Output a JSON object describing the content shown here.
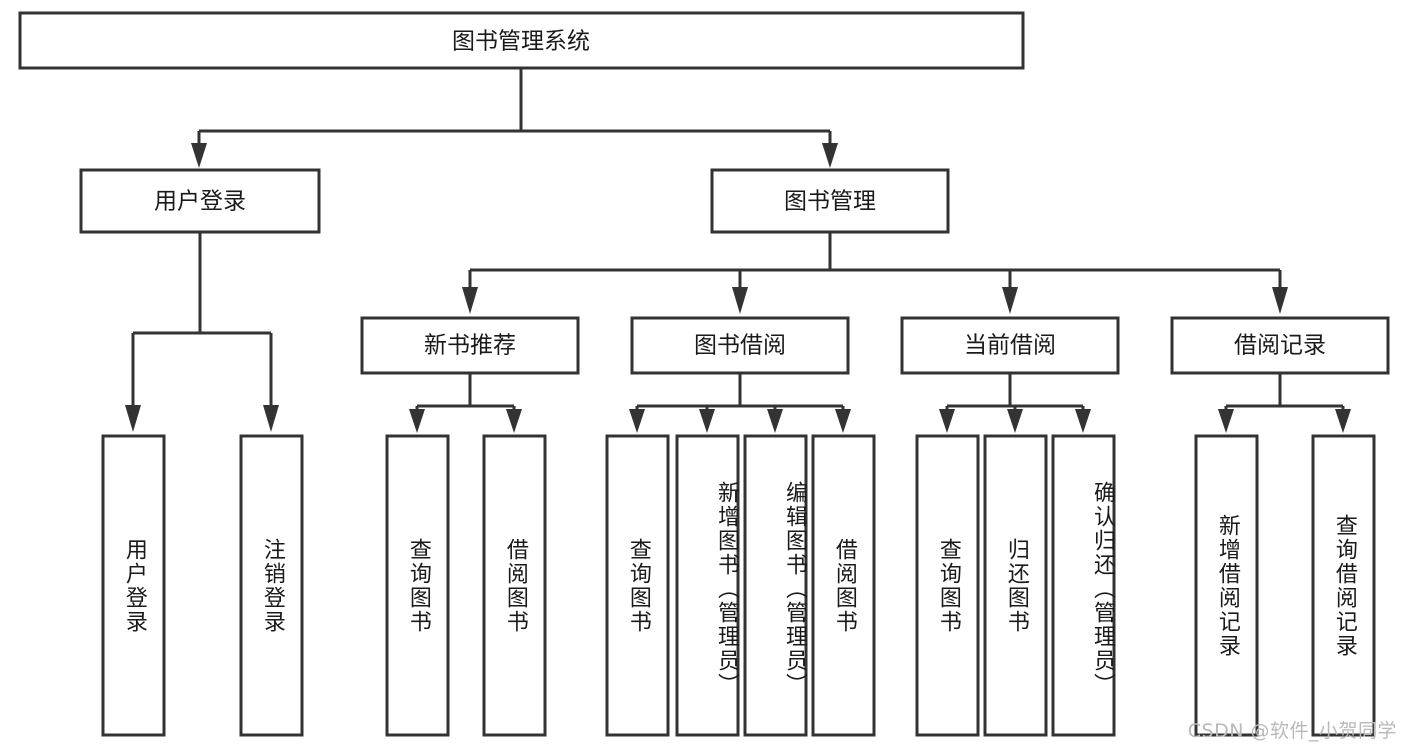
{
  "diagram": {
    "type": "tree",
    "title": "图书管理系统",
    "orientation": "top-down",
    "style": {
      "box_fill": "#ffffff",
      "box_stroke": "#333333",
      "text_color": "#1a1a1a",
      "background": "#ffffff",
      "watermark_color": "#b9b9b9"
    },
    "root": {
      "label": "图书管理系统"
    },
    "level2": [
      {
        "label": "用户登录"
      },
      {
        "label": "图书管理"
      }
    ],
    "level3": [
      {
        "label": "新书推荐"
      },
      {
        "label": "图书借阅"
      },
      {
        "label": "当前借阅"
      },
      {
        "label": "借阅记录"
      }
    ],
    "leaves": {
      "user_login": [
        {
          "label": "用户登录"
        },
        {
          "label": "注销登录"
        }
      ],
      "new_book_recommend": [
        {
          "label": "查询图书"
        },
        {
          "label": "借阅图书"
        }
      ],
      "book_borrow": [
        {
          "label": "查询图书"
        },
        {
          "label": "新增图书（管理员）"
        },
        {
          "label": "编辑图书（管理员）"
        },
        {
          "label": "借阅图书"
        }
      ],
      "current_borrow": [
        {
          "label": "查询图书"
        },
        {
          "label": "归还图书"
        },
        {
          "label": "确认归还（管理员）"
        }
      ],
      "borrow_records": [
        {
          "label": "新增借阅记录"
        },
        {
          "label": "查询借阅记录"
        }
      ]
    }
  },
  "watermark": {
    "text": "CSDN @软件_小贺同学"
  }
}
